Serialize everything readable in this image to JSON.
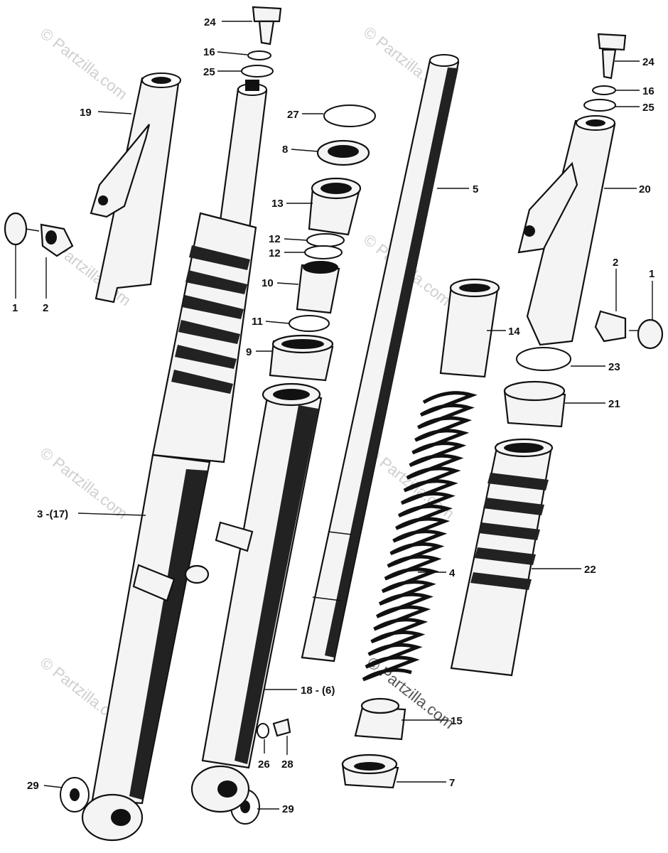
{
  "watermark": "© Partzilla.com",
  "callouts": [
    {
      "id": "c24a",
      "text": "24"
    },
    {
      "id": "c16a",
      "text": "16"
    },
    {
      "id": "c25a",
      "text": "25"
    },
    {
      "id": "c19",
      "text": "19"
    },
    {
      "id": "c1a",
      "text": "1"
    },
    {
      "id": "c2a",
      "text": "2"
    },
    {
      "id": "c27",
      "text": "27"
    },
    {
      "id": "c8",
      "text": "8"
    },
    {
      "id": "c13",
      "text": "13"
    },
    {
      "id": "c12a",
      "text": "12"
    },
    {
      "id": "c12b",
      "text": "12"
    },
    {
      "id": "c10",
      "text": "10"
    },
    {
      "id": "c11",
      "text": "11"
    },
    {
      "id": "c9",
      "text": "9"
    },
    {
      "id": "c5",
      "text": "5"
    },
    {
      "id": "c24b",
      "text": "24"
    },
    {
      "id": "c16b",
      "text": "16"
    },
    {
      "id": "c25b",
      "text": "25"
    },
    {
      "id": "c20",
      "text": "20"
    },
    {
      "id": "c2b",
      "text": "2"
    },
    {
      "id": "c1b",
      "text": "1"
    },
    {
      "id": "c14",
      "text": "14"
    },
    {
      "id": "c23",
      "text": "23"
    },
    {
      "id": "c21",
      "text": "21"
    },
    {
      "id": "c3",
      "text": "3 -(17)"
    },
    {
      "id": "c22",
      "text": "22"
    },
    {
      "id": "c4",
      "text": "4"
    },
    {
      "id": "c18",
      "text": "18 - (6)"
    },
    {
      "id": "c15",
      "text": "15"
    },
    {
      "id": "c26",
      "text": "26"
    },
    {
      "id": "c28",
      "text": "28"
    },
    {
      "id": "c29a",
      "text": "29"
    },
    {
      "id": "c29b",
      "text": "29"
    },
    {
      "id": "c7",
      "text": "7"
    }
  ]
}
